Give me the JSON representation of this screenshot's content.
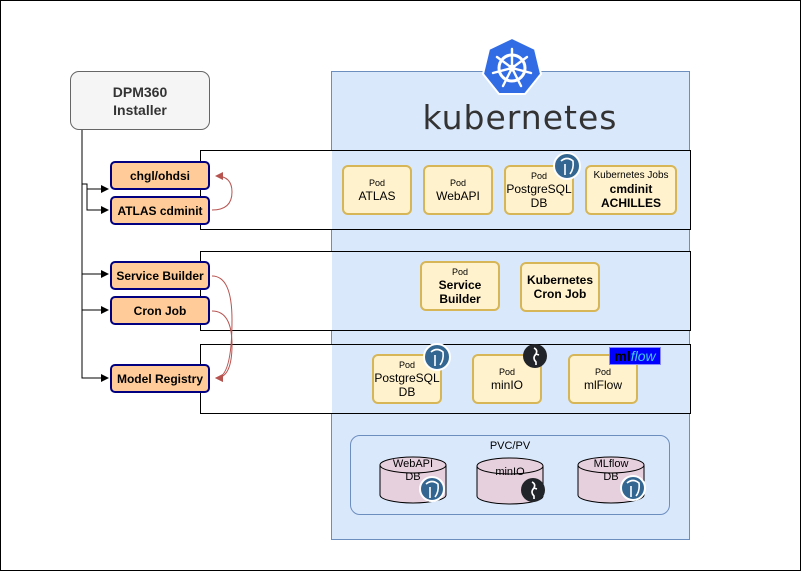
{
  "installer": {
    "line1": "DPM360",
    "line2": "Installer"
  },
  "kubernetes": {
    "wordmark": "kubernetes",
    "logo_icon": "kubernetes-helm-wheel-icon"
  },
  "charts": {
    "chgl": "chgl/ohdsi",
    "atlas_cdminit": "ATLAS cdminit",
    "service_builder": "Service Builder",
    "cron_job": "Cron Job",
    "model_registry": "Model Registry"
  },
  "band_ohdsi": {
    "pods": [
      {
        "kind": "Pod",
        "name": "ATLAS"
      },
      {
        "kind": "Pod",
        "name": "WebAPI"
      },
      {
        "kind": "Pod",
        "name1": "PostgreSQL",
        "name2": "DB",
        "icon": "postgresql-elephant-icon"
      },
      {
        "kind": "Kubernetes Jobs",
        "name1": "cmdinit",
        "name2": "ACHILLES"
      }
    ]
  },
  "band_service": {
    "pods": [
      {
        "kind": "Pod",
        "name1": "Service",
        "name2": "Builder"
      },
      {
        "name1": "Kubernetes",
        "name2": "Cron Job"
      }
    ]
  },
  "band_registry": {
    "pods": [
      {
        "kind": "Pod",
        "name1": "PostgreSQL",
        "name2": "DB",
        "icon": "postgresql-elephant-icon"
      },
      {
        "kind": "Pod",
        "name": "minIO",
        "icon": "minio-flamingo-icon"
      },
      {
        "kind": "Pod",
        "name": "mlFlow",
        "logo_ml": "ml",
        "logo_flow": "flow"
      }
    ]
  },
  "pvc": {
    "title": "PVC/PV",
    "volumes": [
      {
        "line1": "WebAPI",
        "line2": "DB",
        "icon": "postgresql-elephant-icon"
      },
      {
        "line1": "minIO",
        "icon": "minio-flamingo-icon"
      },
      {
        "line1": "MLflow",
        "line2": "DB",
        "icon": "postgresql-elephant-icon"
      }
    ]
  },
  "colors": {
    "k8s_blue": "#326ce5",
    "area_fill": "#dae8fc",
    "area_stroke": "#6c8ebf",
    "chart_fill": "#ffcc99",
    "chart_stroke": "#000080",
    "pod_fill": "#fff2cc",
    "pod_stroke": "#d6b656",
    "dependency_arrow": "#b85450"
  }
}
